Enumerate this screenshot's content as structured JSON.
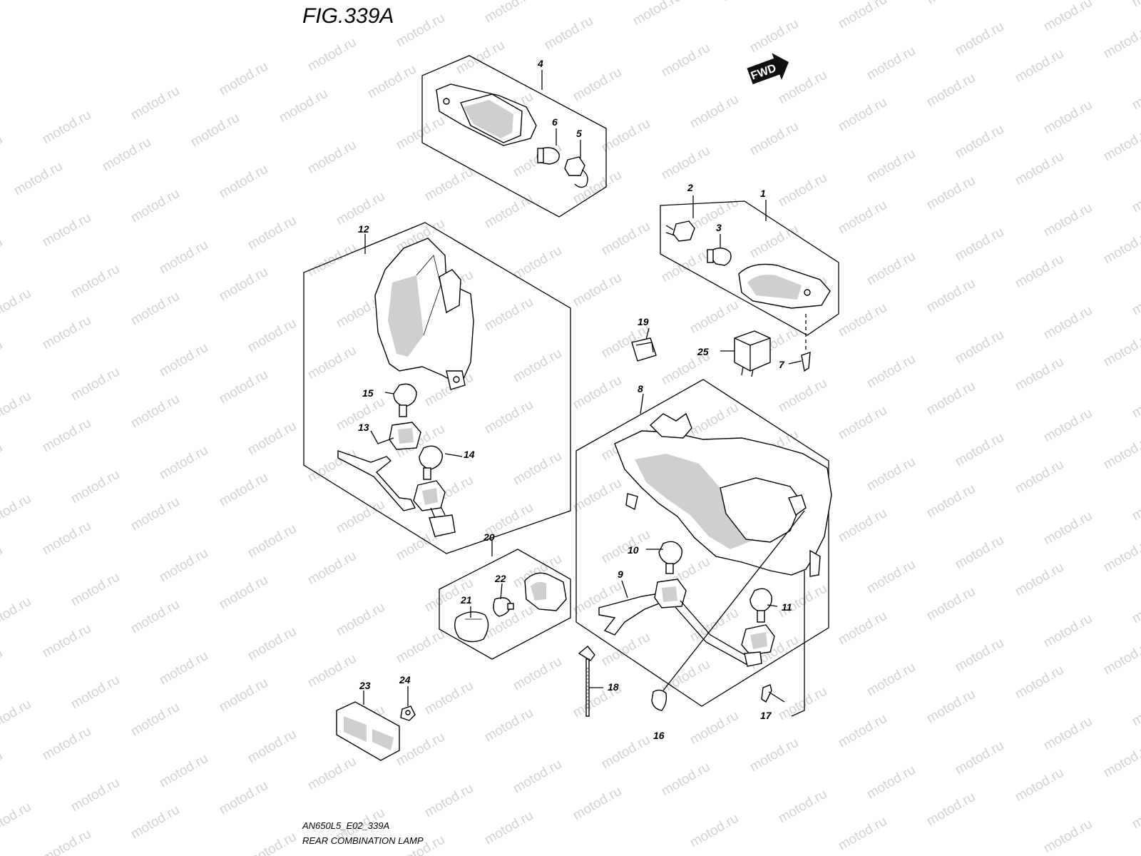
{
  "figure_title": "FIG.339A",
  "footer": {
    "code": "AN650L5_E02_339A",
    "description": "REAR COMBINATION LAMP"
  },
  "direction_badge": "FWD",
  "watermark": "motod.ru",
  "callouts": {
    "c1": "1",
    "c2": "2",
    "c3": "3",
    "c4": "4",
    "c5": "5",
    "c6": "6",
    "c7": "7",
    "c8": "8",
    "c9": "9",
    "c10": "10",
    "c11": "11",
    "c12": "12",
    "c13": "13",
    "c14": "14",
    "c15": "15",
    "c16": "16",
    "c17": "17",
    "c18": "18",
    "c19": "19",
    "c20": "20",
    "c21": "21",
    "c22": "22",
    "c23": "23",
    "c24": "24",
    "c25": "25"
  }
}
